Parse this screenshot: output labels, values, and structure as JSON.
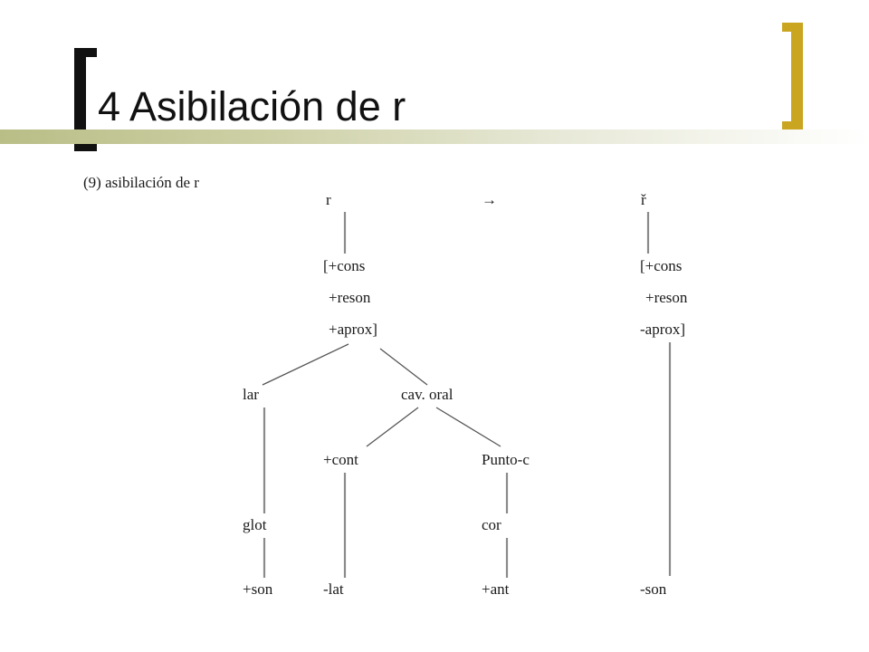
{
  "slide": {
    "title": "4 Asibilación de r",
    "accent_color": "#c9a520",
    "band_color": "#b9be87"
  },
  "figure": {
    "caption": "(9) asibilación de r",
    "arrow": "→",
    "left_root": "r",
    "right_root": "ř",
    "left_features": [
      "[+cons",
      "+reson",
      "+aprox]"
    ],
    "right_features": [
      "[+cons",
      "+reson",
      "-aprox]"
    ],
    "nodes": {
      "lar": "lar",
      "cav_oral": "cav. oral",
      "cont": "+cont",
      "punto": "Punto-c",
      "glot": "glot",
      "cor": "cor",
      "son_plus": "+son",
      "lat": "-lat",
      "ant": "+ant",
      "son_minus": "-son"
    }
  }
}
